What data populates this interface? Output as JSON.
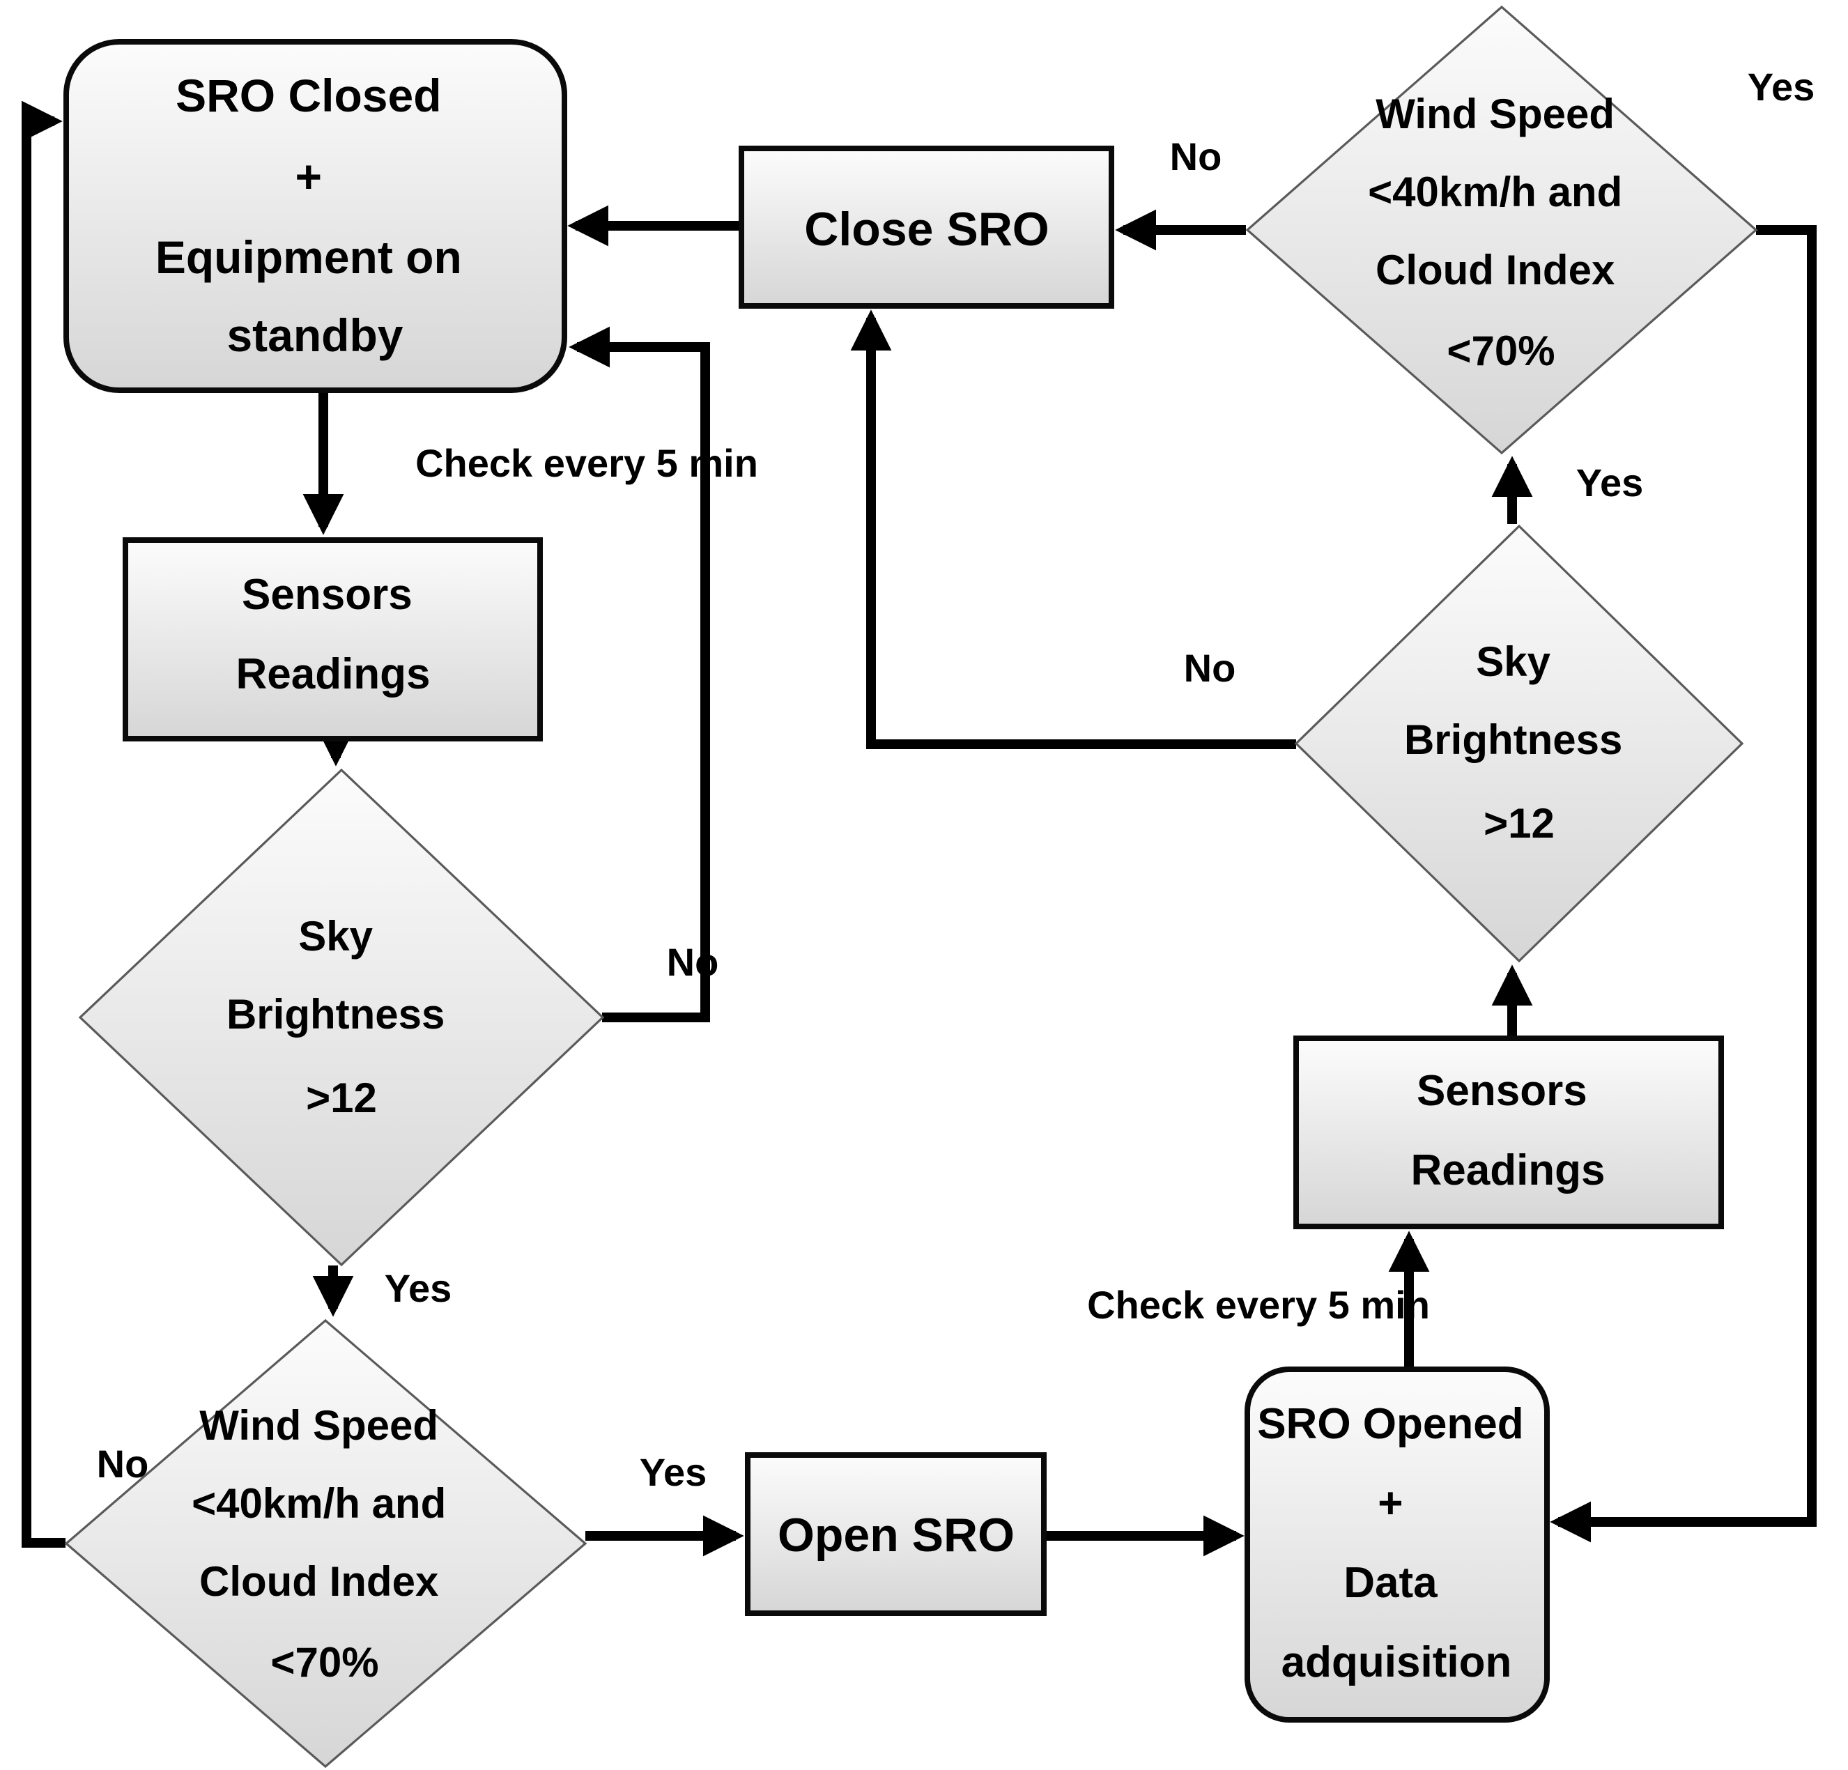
{
  "flowchart": {
    "background": "#ffffff",
    "colors": {
      "node_fill_top": "#fcfcfc",
      "node_fill_bottom": "#d6d6d6",
      "node_border": "#0a0a0a",
      "diamond_border": "#5a5a5a",
      "arrow": "#000000",
      "text": "#000000"
    },
    "nodes": {
      "sro_closed": {
        "shape": "rounded-rect",
        "text": "SRO Closed + Equipment on standby",
        "lines": [
          "SRO Closed",
          "+",
          "Equipment on",
          "standby"
        ]
      },
      "sensors_left": {
        "shape": "rect",
        "text": "Sensors Readings",
        "lines": [
          "Sensors",
          "Readings"
        ]
      },
      "sky_left": {
        "shape": "diamond",
        "text": "Sky Brightness >12",
        "lines": [
          "Sky",
          "Brightness",
          ">12"
        ]
      },
      "wind_left": {
        "shape": "diamond",
        "text": "Wind Speed <40km/h and Cloud Index <70%",
        "lines": [
          "Wind Speed",
          "<40km/h and",
          "Cloud Index",
          "<70%"
        ]
      },
      "open_sro": {
        "shape": "rect",
        "text": "Open SRO",
        "lines": [
          "Open SRO"
        ]
      },
      "sro_opened": {
        "shape": "rounded-rect",
        "text": "SRO Opened + Data adquisition",
        "lines": [
          "SRO Opened",
          "+",
          "Data",
          "adquisition"
        ]
      },
      "sensors_right": {
        "shape": "rect",
        "text": "Sensors Readings",
        "lines": [
          "Sensors",
          "Readings"
        ]
      },
      "sky_right": {
        "shape": "diamond",
        "text": "Sky Brightness >12",
        "lines": [
          "Sky",
          "Brightness",
          ">12"
        ]
      },
      "wind_right": {
        "shape": "diamond",
        "text": "Wind Speed <40km/h and Cloud Index <70%",
        "lines": [
          "Wind Speed",
          "<40km/h and",
          "Cloud Index",
          "<70%"
        ]
      },
      "close_sro": {
        "shape": "rect",
        "text": "Close SRO",
        "lines": [
          "Close SRO"
        ]
      }
    },
    "edges": [
      {
        "from": "sro_closed",
        "to": "sensors_left",
        "label": "Check every 5 min"
      },
      {
        "from": "sensors_left",
        "to": "sky_left",
        "label": ""
      },
      {
        "from": "sky_left",
        "to": "sro_closed",
        "label": "No"
      },
      {
        "from": "sky_left",
        "to": "wind_left",
        "label": "Yes"
      },
      {
        "from": "wind_left",
        "to": "sro_closed",
        "label": "No"
      },
      {
        "from": "wind_left",
        "to": "open_sro",
        "label": "Yes"
      },
      {
        "from": "open_sro",
        "to": "sro_opened",
        "label": ""
      },
      {
        "from": "sro_opened",
        "to": "sensors_right",
        "label": "Check every 5 min"
      },
      {
        "from": "sensors_right",
        "to": "sky_right",
        "label": ""
      },
      {
        "from": "sky_right",
        "to": "wind_right",
        "label": "Yes"
      },
      {
        "from": "sky_right",
        "to": "close_sro",
        "label": "No"
      },
      {
        "from": "wind_right",
        "to": "close_sro",
        "label": "No"
      },
      {
        "from": "wind_right",
        "to": "sro_opened",
        "label": "Yes"
      },
      {
        "from": "close_sro",
        "to": "sro_closed",
        "label": ""
      }
    ]
  }
}
